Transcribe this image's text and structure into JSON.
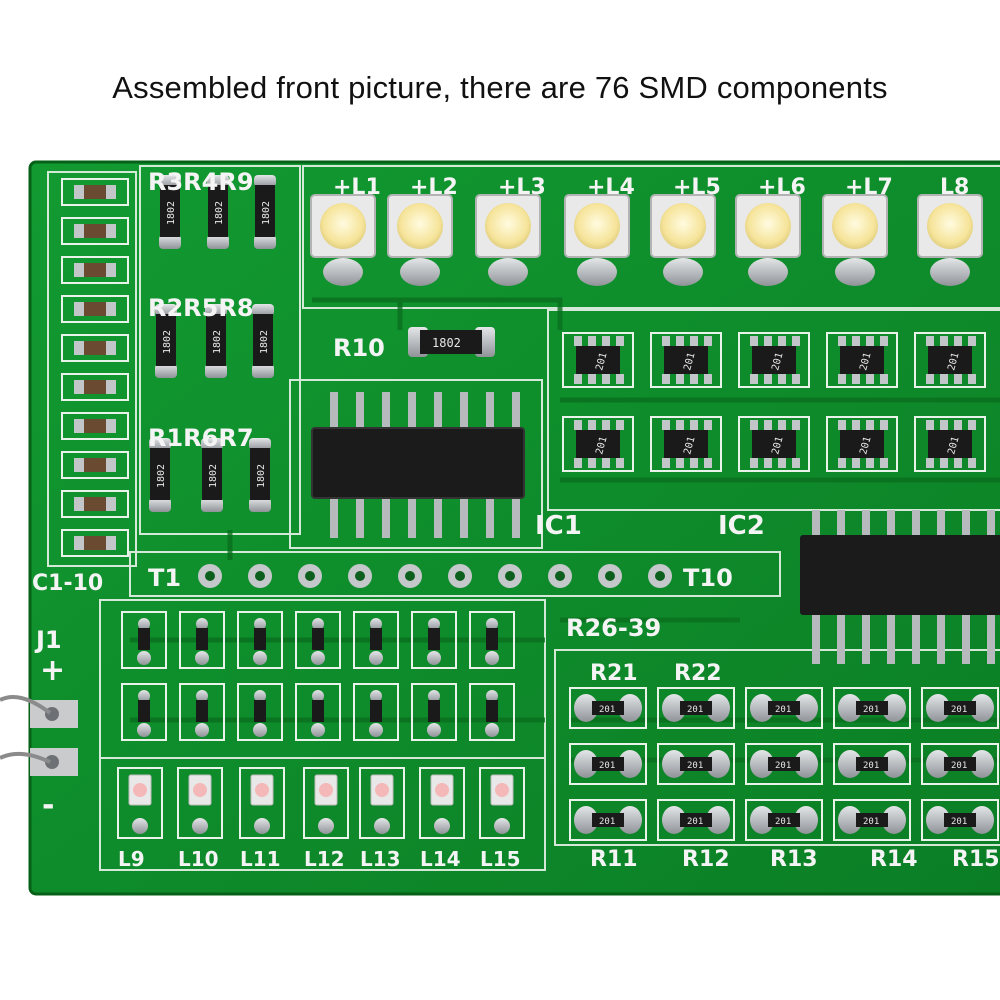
{
  "caption": "Assembled front picture, there are 76 SMD components",
  "colors": {
    "background": "#ffffff",
    "pcb": "#0e8a2a",
    "pcb_dark": "#07651b",
    "silkscreen": "#f4f4f4",
    "solder": "#b9bcc0",
    "led_yellow": "#f7e9a6",
    "chip": "#1b1b1b"
  },
  "silkscreen": {
    "c_group": "C1-10",
    "r_top_row": "R3R4R9",
    "r_mid_row": "R2R5R8",
    "r_bottom_row": "R1R6R7",
    "r10": "R10",
    "r10_code": "1802",
    "ic1": "IC1",
    "ic2": "IC2",
    "t1": "T1",
    "t10": "T10",
    "r26_39": "R26-39",
    "r21": "R21",
    "r22": "R22",
    "r11": "R11",
    "r12": "R12",
    "r13": "R13",
    "r14": "R14",
    "r15": "R15",
    "j1": "J1",
    "plus": "+",
    "minus": "-",
    "top_leds": [
      "+L1",
      "+L2",
      "+L3",
      "+L4",
      "+L5",
      "+L6",
      "+L7",
      "L8"
    ],
    "bottom_leds": [
      "L9",
      "L10",
      "L11",
      "L12",
      "L13",
      "L14",
      "L15"
    ],
    "resistor_code": "1802",
    "array_code": "201"
  }
}
